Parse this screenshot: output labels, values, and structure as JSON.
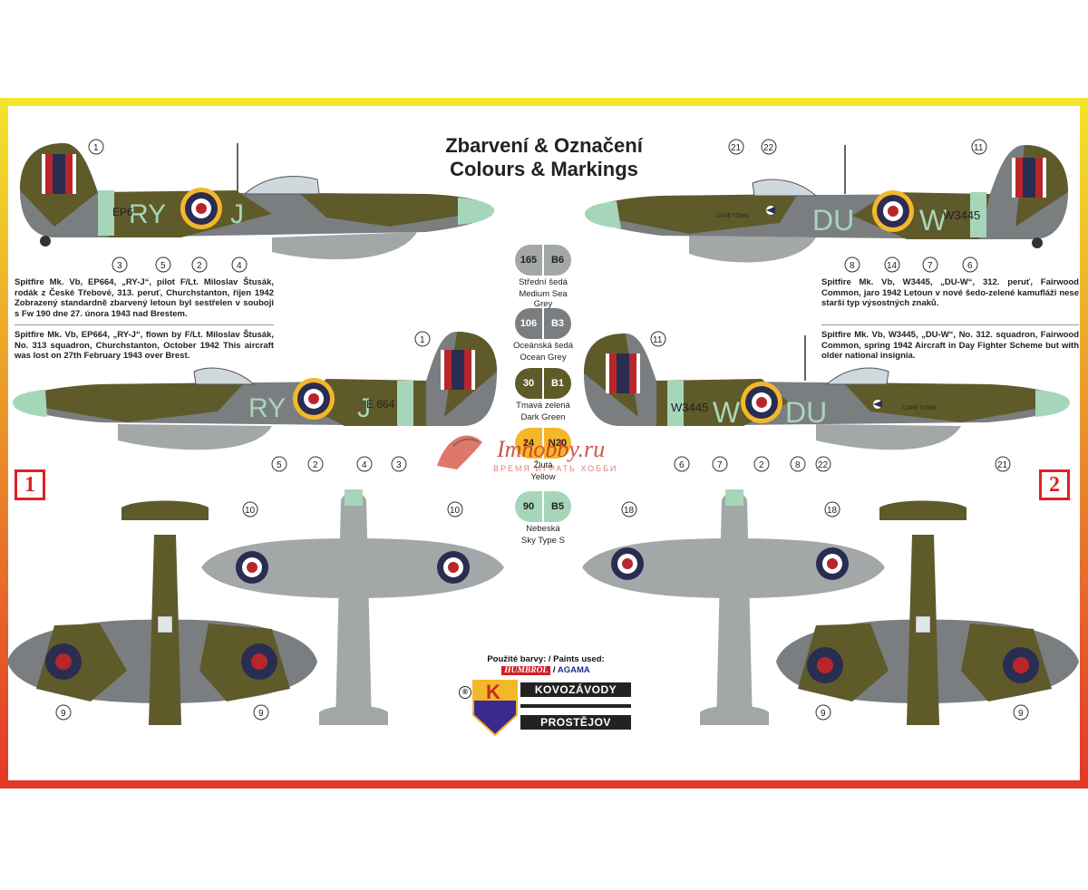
{
  "title": {
    "cz": "Zbarvení & Označení",
    "en": "Colours & Markings"
  },
  "scheme1": {
    "badge": "1",
    "desc_cz": "Spitfire Mk. Vb, EP664, „RY-J“, pilot F/Lt. Miloslav Štusák, rodák z České Třebové, 313. peruť, Churchstanton, říjen 1942 Zobrazený standardně zbarvený letoun byl sestřelen v souboji s Fw 190 dne 27. února 1943 nad Brestem.",
    "desc_en": "Spitfire Mk. Vb, EP664, „RY-J“, flown by F/Lt. Miloslav Štusák, No. 313 squadron, Churchstanton, October 1942 This aircraft was lost on 27th February 1943 over Brest.",
    "code_left": "RY",
    "code_right": "J",
    "serial_top": "EP6",
    "serial_bottom": "E 664"
  },
  "scheme2": {
    "badge": "2",
    "desc_cz": "Spitfire Mk. Vb, W3445, „DU-W“, 312. peruť, Fairwood Common, jaro 1942 Letoun v nové šedo-zelené kamufláži nese starší typ výsostných znaků.",
    "desc_en": "Spitfire Mk. Vb, W3445, „DU-W“, No. 312. squadron, Fairwood Common, spring 1942 Aircraft in Day Fighter Scheme but with older national insignia.",
    "code_left": "DU",
    "code_right": "W",
    "serial": "W3445",
    "nose_art": "CAPE TOWN"
  },
  "swatches": [
    {
      "a": "165",
      "b": "B6",
      "cz": "Střední šedá",
      "en": "Medium Sea Grey",
      "color": "#a4a7a8",
      "text": "#222"
    },
    {
      "a": "106",
      "b": "B3",
      "cz": "Oceánská šedá",
      "en": "Ocean Grey",
      "color": "#7b7e80",
      "text": "#fff"
    },
    {
      "a": "30",
      "b": "B1",
      "cz": "Tmavá zelená",
      "en": "Dark Green",
      "color": "#5f5a2a",
      "text": "#fff"
    },
    {
      "a": "24",
      "b": "N20",
      "cz": "Žlutá",
      "en": "Yellow",
      "color": "#f3b72a",
      "text": "#222"
    },
    {
      "a": "90",
      "b": "B5",
      "cz": "Nebeská",
      "en": "Sky Type S",
      "color": "#a6d6ba",
      "text": "#222"
    }
  ],
  "paints": {
    "label": "Použité barvy: / Paints used:",
    "humbrol": "HUMBROL",
    "agama": "AGAMA"
  },
  "manufacturer": {
    "reg": "®",
    "k": "K",
    "line1": "KOVOZÁVODY",
    "line2": "PROSTĚJOV"
  },
  "watermark": {
    "logo": "Imhobby.ru",
    "tagline": "ВРЕМЯ ИГРАТЬ ХОББИ"
  },
  "callouts_top_left": [
    "1",
    "3",
    "5",
    "2",
    "4"
  ],
  "callouts_top_right": [
    "21",
    "22",
    "11",
    "8",
    "14",
    "7",
    "6"
  ],
  "callouts_mid_left": [
    "1",
    "5",
    "2",
    "4",
    "3"
  ],
  "callouts_mid_right": [
    "11",
    "6",
    "7",
    "2",
    "8",
    "22",
    "21"
  ],
  "callouts_bottom_left": [
    "10",
    "10",
    "9",
    "9"
  ],
  "callouts_bottom_right": [
    "18",
    "18",
    "9",
    "9"
  ],
  "colors": {
    "dark_green": "#5f5a2a",
    "ocean_grey": "#7b7e80",
    "sea_grey": "#a4a7a8",
    "sky": "#a6d6ba",
    "yellow": "#f3b72a",
    "roundel_blue": "#2a2d52",
    "roundel_red": "#b8262b"
  }
}
